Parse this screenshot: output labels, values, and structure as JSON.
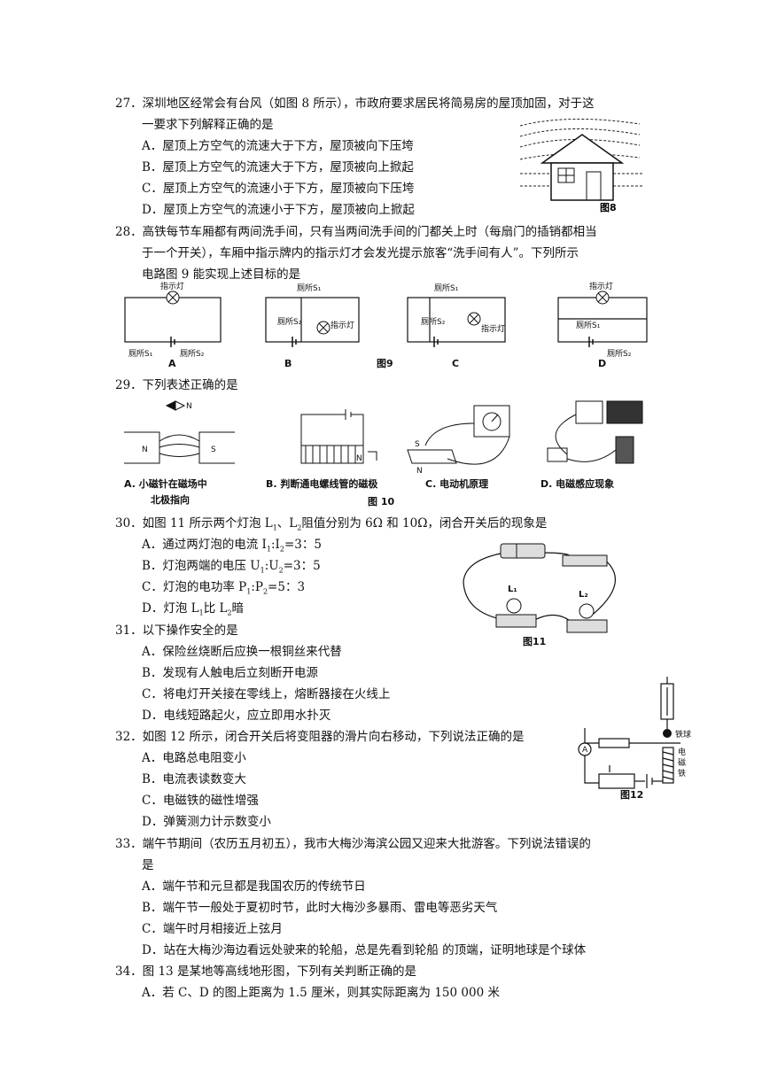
{
  "q27": {
    "stem1": "27．深圳地区经常会有台风（如图 8 所示），市政府要求居民将简易房的屋顶加固，对于这",
    "stem2": "一要求下列解释正确的是",
    "options": [
      "A．屋顶上方空气的流速大于下方，屋顶被向下压垮",
      "B．屋顶上方空气的流速大于下方，屋顶被向上掀起",
      "C．屋顶上方空气的流速小于下方，屋顶被向下压垮",
      "D．屋顶上方空气的流速小于下方，屋顶被向上掀起"
    ],
    "fig_caption": "图8"
  },
  "q28": {
    "stem1": "28．高铁每节车厢都有两间洗手间，只有当两间洗手间的门都关上时（每扇门的插销都相当",
    "stem2": "于一个开关），车厢中指示牌内的指示灯才会发光提示旅客“洗手间有人”。下列所示",
    "stem3": "电路图 9 能实现上述目标的是",
    "lamp": "指示灯",
    "s1": "厕所S₁",
    "s2": "厕所S₂",
    "labels": [
      "A",
      "B",
      "C",
      "D"
    ],
    "fig_caption": "图9"
  },
  "q29": {
    "stem": "29．下列表述正确的是",
    "captions": [
      "A. 小磁针在磁场中",
      "B. 判断通电螺线管的磁极",
      "C. 电动机原理",
      "D. 电磁感应现象"
    ],
    "caption_a2": "北极指向",
    "pole_n": "N",
    "pole_s": "S",
    "fig_caption": "图 10"
  },
  "q30": {
    "stem_pre": "30．如图 11 所示两个灯泡 L",
    "stem_mid1": "、L",
    "stem_post": "阻值分别为 6Ω 和 10Ω，闭合开关后的现象是",
    "opt_a_pre": "A．通过两灯泡的电流 I",
    "opt_a_mid": ":I",
    "opt_a_post": "=3：5",
    "opt_b_pre": "B．灯泡两端的电压 U",
    "opt_b_mid": ":U",
    "opt_b_post": "=3：5",
    "opt_c_pre": "C．灯泡的电功率 P",
    "opt_c_mid": ":P",
    "opt_c_post": "=5：3",
    "opt_d_pre": "D．灯泡 L",
    "opt_d_mid": "比 L",
    "opt_d_post": "暗",
    "sub1": "1",
    "sub2": "2",
    "l1": "L₁",
    "l2": "L₂",
    "fig_caption": "图11"
  },
  "q31": {
    "stem": "31．以下操作安全的是",
    "options": [
      "A．保险丝烧断后应换一根铜丝来代替",
      "B．发现有人触电后立刻断开电源",
      "C．将电灯开关接在零线上，熔断器接在火线上",
      "D．电线短路起火，应立即用水扑灭"
    ]
  },
  "q32": {
    "stem": "32．如图 12 所示，闭合开关后将变阻器的滑片向右移动，下列说法正确的是",
    "options": [
      "A．电路总电阻变小",
      "B．电流表读数变大",
      "C．电磁铁的磁性增强",
      "D．弹簧测力计示数变小"
    ],
    "ball_label": "铁球",
    "magnet_label1": "电",
    "magnet_label2": "磁",
    "magnet_label3": "铁",
    "ammeter": "A",
    "fig_caption": "图12"
  },
  "q33": {
    "stem1": "33．端午节期间（农历五月初五），我市大梅沙海滨公园又迎来大批游客。下列说法错误的",
    "stem2": "是",
    "options": [
      "A．端午节和元旦都是我国农历的传统节日",
      "B．端午节一般处于夏初时节，此时大梅沙多暴雨、雷电等恶劣天气",
      "C．端午时月相接近上弦月",
      "D．站在大梅沙海边看远处驶来的轮船，总是先看到轮船 的顶端，证明地球是个球体"
    ]
  },
  "q34": {
    "stem": "34．图 13 是某地等高线地形图，下列有关判断正确的是",
    "options": [
      "A．若 C、D 的图上距离为 1.5 厘米，则其实际距离为 150 000 米"
    ]
  }
}
